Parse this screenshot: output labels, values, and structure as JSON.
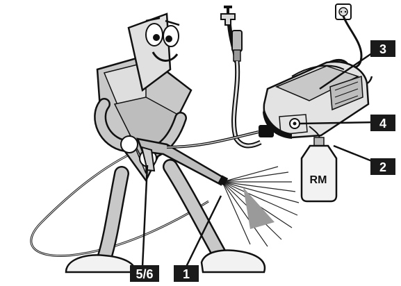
{
  "callouts": {
    "c1": "1",
    "c2": "2",
    "c3": "3",
    "c4": "4",
    "c56": "5/6"
  },
  "bottle_label": "RM",
  "colors": {
    "ink": "#111111",
    "mascot_fill": "#c8c8c8",
    "body_fill": "#d9d9d9",
    "callout_bg": "#1a1a1a",
    "callout_text": "#ffffff"
  }
}
